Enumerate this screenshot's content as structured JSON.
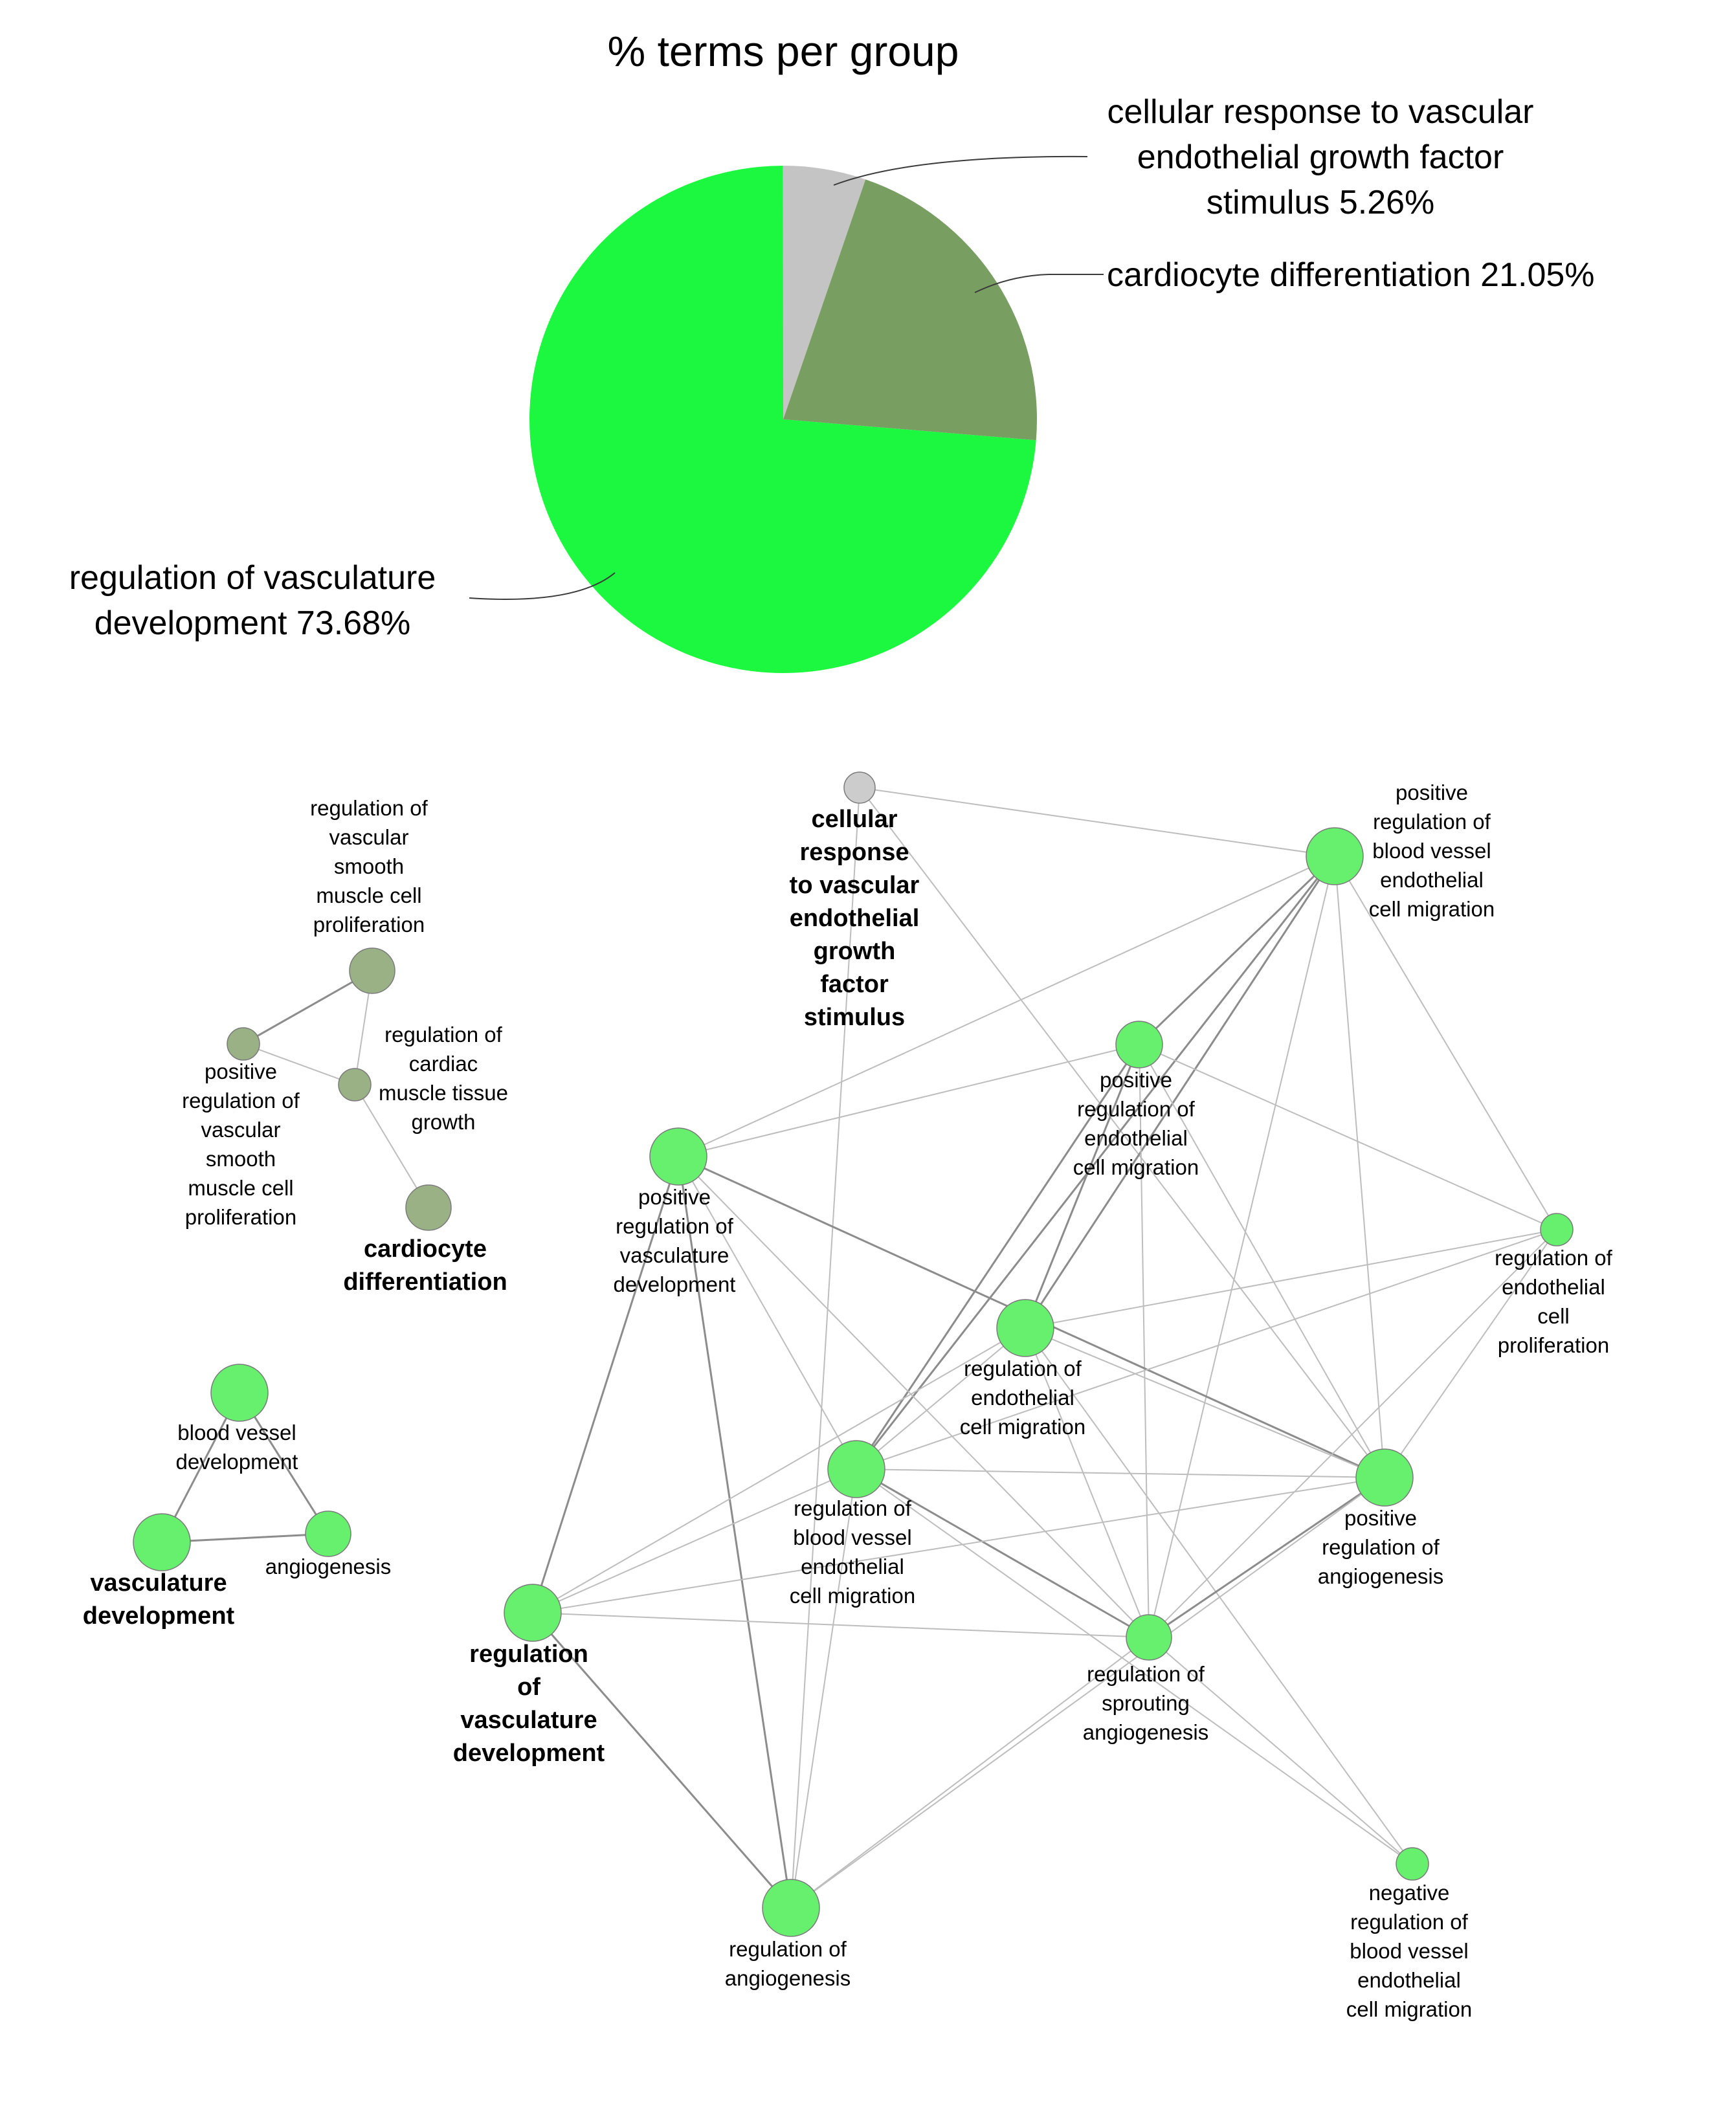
{
  "pie": {
    "title": "% terms per group",
    "slices": [
      {
        "label_lines": [
          "cellular response to vascular",
          "endothelial growth factor",
          "stimulus 5.26%"
        ],
        "percent": 5.26,
        "color": "#c4c4c4"
      },
      {
        "label_lines": [
          "cardiocyte differentiation 21.05%"
        ],
        "percent": 21.05,
        "color": "#799e62"
      },
      {
        "label_lines": [
          "regulation of vasculature",
          "development 73.68%"
        ],
        "percent": 73.68,
        "color": "#1cf740"
      }
    ]
  },
  "network": {
    "colors": {
      "vasculature": "#66f06e",
      "cardiocyte": "#9ab186",
      "vegf": "#cccccc"
    },
    "nodes": [
      {
        "id": "vegf",
        "label_lines": [
          "cellular",
          "response",
          "to vascular",
          "endothelial",
          "growth",
          "factor",
          "stimulus"
        ],
        "bold": true,
        "group": "vegf"
      },
      {
        "id": "pos_bv_ec_mig",
        "label_lines": [
          "positive",
          "regulation of",
          "blood vessel",
          "endothelial",
          "cell migration"
        ],
        "bold": false,
        "group": "vasculature"
      },
      {
        "id": "pos_ec_mig",
        "label_lines": [
          "positive",
          "regulation of",
          "endothelial",
          "cell migration"
        ],
        "bold": false,
        "group": "vasculature"
      },
      {
        "id": "pos_vasc_dev",
        "label_lines": [
          "positive",
          "regulation of",
          "vasculature",
          "development"
        ],
        "bold": false,
        "group": "vasculature"
      },
      {
        "id": "ec_prolif",
        "label_lines": [
          "regulation of",
          "endothelial",
          "cell",
          "proliferation"
        ],
        "bold": false,
        "group": "vasculature"
      },
      {
        "id": "ec_mig",
        "label_lines": [
          "regulation of",
          "endothelial",
          "cell migration"
        ],
        "bold": false,
        "group": "vasculature"
      },
      {
        "id": "bv_ec_mig",
        "label_lines": [
          "regulation of",
          "blood vessel",
          "endothelial",
          "cell migration"
        ],
        "bold": false,
        "group": "vasculature"
      },
      {
        "id": "pos_angio",
        "label_lines": [
          "positive",
          "regulation of",
          "angiogenesis"
        ],
        "bold": false,
        "group": "vasculature"
      },
      {
        "id": "vasc_dev_reg",
        "label_lines": [
          "regulation",
          "of",
          "vasculature",
          "development"
        ],
        "bold": true,
        "group": "vasculature"
      },
      {
        "id": "sprouting",
        "label_lines": [
          "regulation of",
          "sprouting",
          "angiogenesis"
        ],
        "bold": false,
        "group": "vasculature"
      },
      {
        "id": "neg_bv_ec_mig",
        "label_lines": [
          "negative",
          "regulation of",
          "blood vessel",
          "endothelial",
          "cell migration"
        ],
        "bold": false,
        "group": "vasculature"
      },
      {
        "id": "reg_angio",
        "label_lines": [
          "regulation of",
          "angiogenesis"
        ],
        "bold": false,
        "group": "vasculature"
      },
      {
        "id": "vsmc_prolif",
        "label_lines": [
          "regulation of",
          "vascular",
          "smooth",
          "muscle cell",
          "proliferation"
        ],
        "bold": false,
        "group": "cardiocyte"
      },
      {
        "id": "pos_vsmc_prolif",
        "label_lines": [
          "positive",
          "regulation of",
          "vascular",
          "smooth",
          "muscle cell",
          "proliferation"
        ],
        "bold": false,
        "group": "cardiocyte"
      },
      {
        "id": "cardiac_growth",
        "label_lines": [
          "regulation of",
          "cardiac",
          "muscle tissue",
          "growth"
        ],
        "bold": false,
        "group": "cardiocyte"
      },
      {
        "id": "cardiocyte_diff",
        "label_lines": [
          "cardiocyte",
          "differentiation"
        ],
        "bold": true,
        "group": "cardiocyte"
      },
      {
        "id": "bv_dev",
        "label_lines": [
          "blood vessel",
          "development"
        ],
        "bold": false,
        "group": "vasculature"
      },
      {
        "id": "vasculature_dev",
        "label_lines": [
          "vasculature",
          "development"
        ],
        "bold": true,
        "group": "vasculature"
      },
      {
        "id": "angiogenesis",
        "label_lines": [
          "angiogenesis"
        ],
        "bold": false,
        "group": "vasculature"
      }
    ],
    "edges": [
      [
        "vegf",
        "pos_bv_ec_mig"
      ],
      [
        "vegf",
        "pos_angio"
      ],
      [
        "vegf",
        "reg_angio"
      ],
      [
        "pos_bv_ec_mig",
        "pos_ec_mig"
      ],
      [
        "pos_bv_ec_mig",
        "ec_mig"
      ],
      [
        "pos_bv_ec_mig",
        "bv_ec_mig"
      ],
      [
        "pos_bv_ec_mig",
        "pos_vasc_dev"
      ],
      [
        "pos_bv_ec_mig",
        "ec_prolif"
      ],
      [
        "pos_bv_ec_mig",
        "sprouting"
      ],
      [
        "pos_bv_ec_mig",
        "pos_angio"
      ],
      [
        "pos_ec_mig",
        "ec_mig"
      ],
      [
        "pos_ec_mig",
        "bv_ec_mig"
      ],
      [
        "pos_ec_mig",
        "pos_vasc_dev"
      ],
      [
        "pos_ec_mig",
        "ec_prolif"
      ],
      [
        "pos_ec_mig",
        "sprouting"
      ],
      [
        "pos_ec_mig",
        "pos_angio"
      ],
      [
        "pos_vasc_dev",
        "pos_angio"
      ],
      [
        "pos_vasc_dev",
        "vasc_dev_reg"
      ],
      [
        "pos_vasc_dev",
        "reg_angio"
      ],
      [
        "pos_vasc_dev",
        "sprouting"
      ],
      [
        "pos_vasc_dev",
        "bv_ec_mig"
      ],
      [
        "ec_prolif",
        "ec_mig"
      ],
      [
        "ec_prolif",
        "bv_ec_mig"
      ],
      [
        "ec_prolif",
        "pos_angio"
      ],
      [
        "ec_prolif",
        "sprouting"
      ],
      [
        "ec_mig",
        "bv_ec_mig"
      ],
      [
        "ec_mig",
        "vasc_dev_reg"
      ],
      [
        "ec_mig",
        "sprouting"
      ],
      [
        "ec_mig",
        "neg_bv_ec_mig"
      ],
      [
        "ec_mig",
        "pos_angio"
      ],
      [
        "bv_ec_mig",
        "pos_angio"
      ],
      [
        "bv_ec_mig",
        "sprouting"
      ],
      [
        "bv_ec_mig",
        "neg_bv_ec_mig"
      ],
      [
        "bv_ec_mig",
        "reg_angio"
      ],
      [
        "bv_ec_mig",
        "vasc_dev_reg"
      ],
      [
        "pos_angio",
        "sprouting"
      ],
      [
        "pos_angio",
        "vasc_dev_reg"
      ],
      [
        "pos_angio",
        "reg_angio"
      ],
      [
        "vasc_dev_reg",
        "sprouting"
      ],
      [
        "vasc_dev_reg",
        "reg_angio"
      ],
      [
        "sprouting",
        "reg_angio"
      ],
      [
        "sprouting",
        "neg_bv_ec_mig"
      ],
      [
        "vsmc_prolif",
        "pos_vsmc_prolif"
      ],
      [
        "vsmc_prolif",
        "cardiac_growth"
      ],
      [
        "pos_vsmc_prolif",
        "cardiac_growth"
      ],
      [
        "cardiac_growth",
        "cardiocyte_diff"
      ],
      [
        "bv_dev",
        "vasculature_dev"
      ],
      [
        "bv_dev",
        "angiogenesis"
      ],
      [
        "vasculature_dev",
        "angiogenesis"
      ]
    ]
  }
}
